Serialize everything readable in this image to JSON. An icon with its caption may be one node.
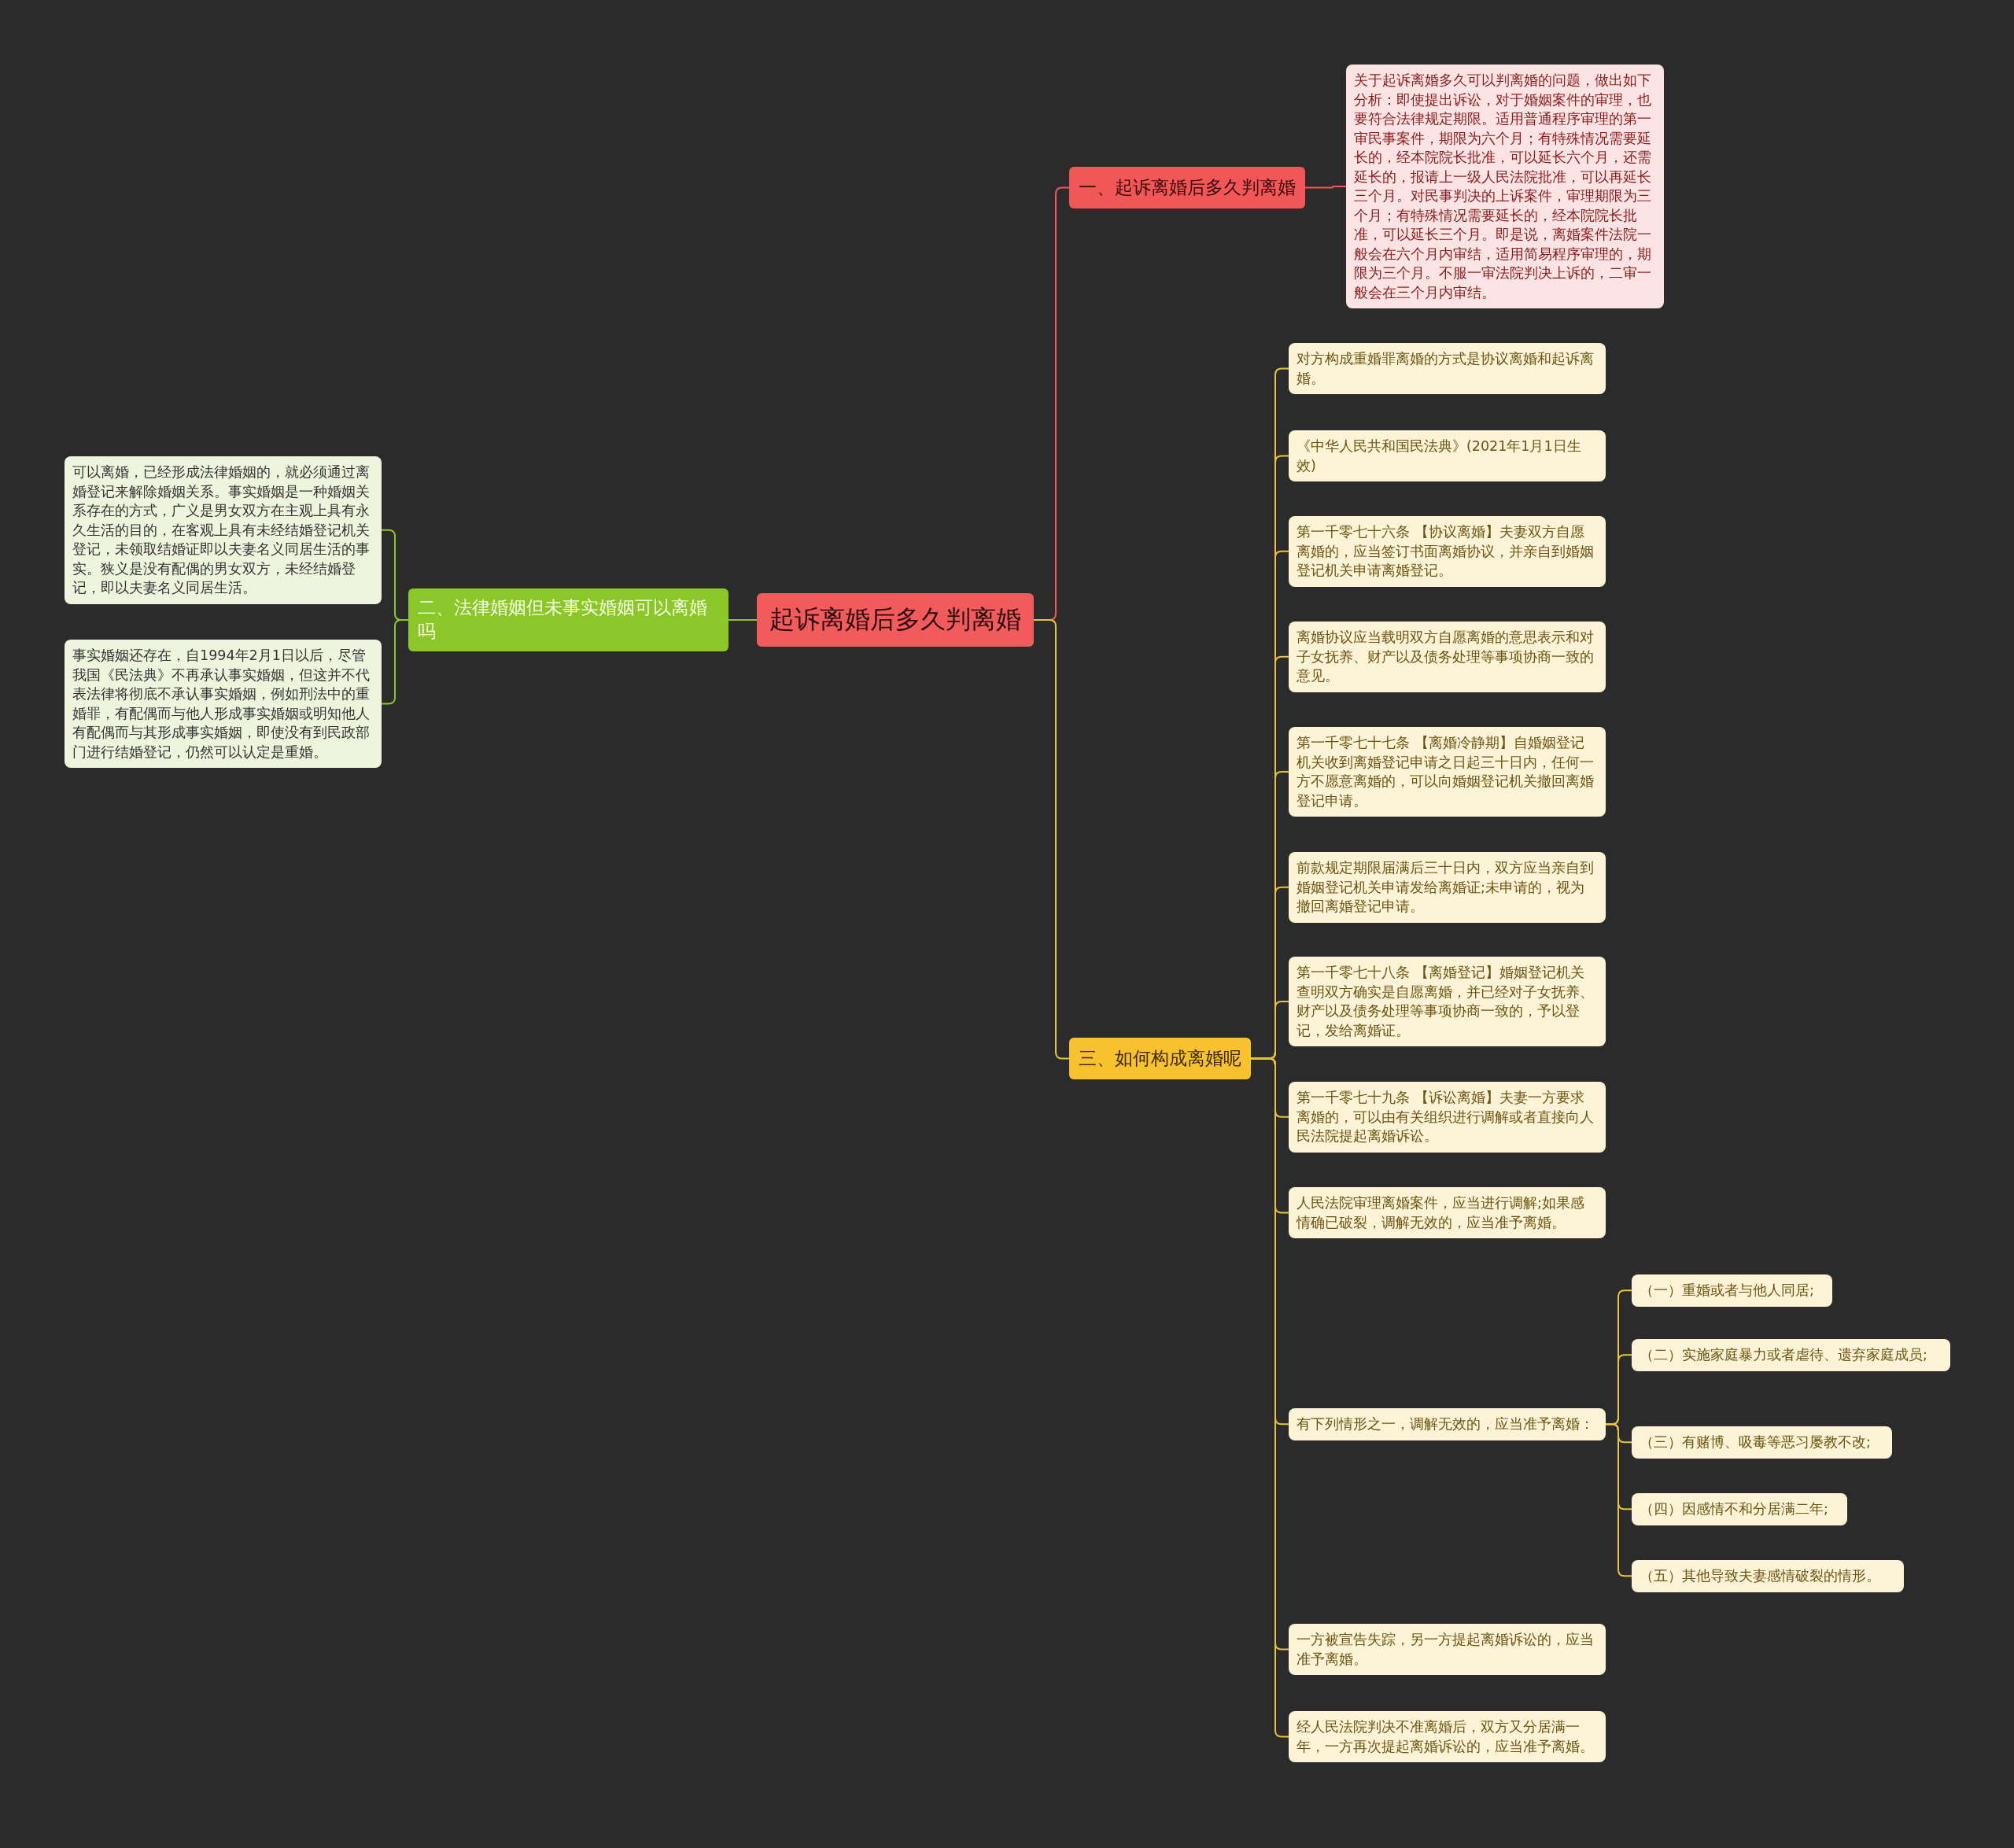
{
  "diagram": {
    "nodes": [
      {
        "text": [
          "起诉离婚后多久判离婚"
        ]
      },
      {
        "text": [
          "一、起诉离婚后多久判离婚"
        ]
      },
      {
        "text": [
          "关于起诉离婚多久可以判离婚的问题，做出如下分析：即使提出诉讼，对于婚姻案件的审理，也要符合法律规定期限。适用普通程序审理的第一审民事案件，期限为六个月；有特殊情况需要延长的，经本院院长批准，可以延长六个月，还需延长的，报请上一级人民法院批准，可以再延长三个月。对民事判决的上诉案件，审理期限为三个月；有特殊情况需要延长的，经本院院长批准，可以延长三个月。即是说，离婚案件法院一般会在六个月内审结，适用简易程序审理的，期限为三个月。不服一审法院判决上诉的，二审一般会在三个月内审结。"
        ]
      },
      {
        "text": [
          "二、法律婚姻但未事实婚姻可以离婚吗"
        ]
      },
      {
        "text": [
          "可以离婚，已经形成法律婚姻的，就必须通过离婚登记来解除婚姻关系。事实婚姻是一种婚姻关系存在的方式，广义是男女双方在主观上具有永久生活的目的，在客观上具有未经结婚登记机关登记，未领取结婚证即以夫妻名义同居生活的事实。狭义是没有配偶的男女双方，未经结婚登记，即以夫妻名义同居生活。"
        ]
      },
      {
        "text": [
          "事实婚姻还存在，自1994年2月1日以后，尽管我国《民法典》不再承认事实婚姻，但这并不代表法律将彻底不承认事实婚姻，例如刑法中的重婚罪，有配偶而与他人形成事实婚姻或明知他人有配偶而与其形成事实婚姻，即使没有到民政部门进行结婚登记，仍然可以认定是重婚。"
        ]
      },
      {
        "text": [
          "三、如何构成离婚呢"
        ]
      },
      {
        "text": [
          "对方构成重婚罪离婚的方式是协议离婚和起诉离婚。"
        ]
      },
      {
        "text": [
          "《中华人民共和国民法典》(2021年1月1日生效)"
        ]
      },
      {
        "text": [
          "第一千零七十六条 【协议离婚】夫妻双方自愿离婚的，应当签订书面离婚协议，并亲自到婚姻登记机关申请离婚登记。"
        ]
      },
      {
        "text": [
          "离婚协议应当载明双方自愿离婚的意思表示和对子女抚养、财产以及债务处理等事项协商一致的意见。"
        ]
      },
      {
        "text": [
          "第一千零七十七条 【离婚冷静期】自婚姻登记机关收到离婚登记申请之日起三十日内，任何一方不愿意离婚的，可以向婚姻登记机关撤回离婚登记申请。"
        ]
      },
      {
        "text": [
          "前款规定期限届满后三十日内，双方应当亲自到婚姻登记机关申请发给离婚证;未申请的，视为撤回离婚登记申请。"
        ]
      },
      {
        "text": [
          "第一千零七十八条 【离婚登记】婚姻登记机关查明双方确实是自愿离婚，并已经对子女抚养、财产以及债务处理等事项协商一致的，予以登记，发给离婚证。"
        ]
      },
      {
        "text": [
          "第一千零七十九条 【诉讼离婚】夫妻一方要求离婚的，可以由有关组织进行调解或者直接向人民法院提起离婚诉讼。"
        ]
      },
      {
        "text": [
          "人民法院审理离婚案件，应当进行调解;如果感情确已破裂，调解无效的，应当准予离婚。"
        ]
      },
      {
        "text": [
          "有下列情形之一，调解无效的，应当准予离婚："
        ]
      },
      {
        "text": [
          "（一）重婚或者与他人同居;"
        ]
      },
      {
        "text": [
          "（二）实施家庭暴力或者虐待、遗弃家庭成员;"
        ]
      },
      {
        "text": [
          "（三）有赌博、吸毒等恶习屡教不改;"
        ]
      },
      {
        "text": [
          "（四）因感情不和分居满二年;"
        ]
      },
      {
        "text": [
          "（五）其他导致夫妻感情破裂的情形。"
        ]
      },
      {
        "text": [
          "一方被宣告失踪，另一方提起离婚诉讼的，应当准予离婚。"
        ]
      },
      {
        "text": [
          "经人民法院判决不准离婚后，双方又分居满一年，一方再次提起离婚诉讼的，应当准予离婚。"
        ]
      }
    ],
    "edges": [
      {
        "from": 0,
        "to": 1,
        "arrow": "none",
        "color": "#f25757"
      },
      {
        "from": 1,
        "to": 2,
        "arrow": "none",
        "color": "#f25757"
      },
      {
        "from": 0,
        "to": 3,
        "arrow": "none",
        "color": "#8cc72a"
      },
      {
        "from": 3,
        "to": 4,
        "arrow": "none",
        "color": "#8cc72a"
      },
      {
        "from": 3,
        "to": 5,
        "arrow": "none",
        "color": "#8cc72a"
      },
      {
        "from": 0,
        "to": 6,
        "arrow": "none"
      },
      {
        "from": 6,
        "to": 7,
        "arrow": "none"
      },
      {
        "from": 6,
        "to": 8,
        "arrow": "none"
      },
      {
        "from": 6,
        "to": 9,
        "arrow": "none"
      },
      {
        "from": 6,
        "to": 10,
        "arrow": "none"
      },
      {
        "from": 6,
        "to": 11,
        "arrow": "none"
      },
      {
        "from": 6,
        "to": 12,
        "arrow": "none"
      },
      {
        "from": 6,
        "to": 13,
        "arrow": "none"
      },
      {
        "from": 6,
        "to": 14,
        "arrow": "none"
      },
      {
        "from": 6,
        "to": 15,
        "arrow": "none"
      },
      {
        "from": 6,
        "to": 16,
        "arrow": "none"
      },
      {
        "from": 16,
        "to": 17,
        "arrow": "none"
      },
      {
        "from": 16,
        "to": 18,
        "arrow": "none"
      },
      {
        "from": 16,
        "to": 19,
        "arrow": "none"
      },
      {
        "from": 16,
        "to": 20,
        "arrow": "none"
      },
      {
        "from": 16,
        "to": 21,
        "arrow": "none"
      },
      {
        "from": 6,
        "to": 22,
        "arrow": "none"
      },
      {
        "from": 6,
        "to": 23,
        "arrow": "none"
      }
    ]
  }
}
